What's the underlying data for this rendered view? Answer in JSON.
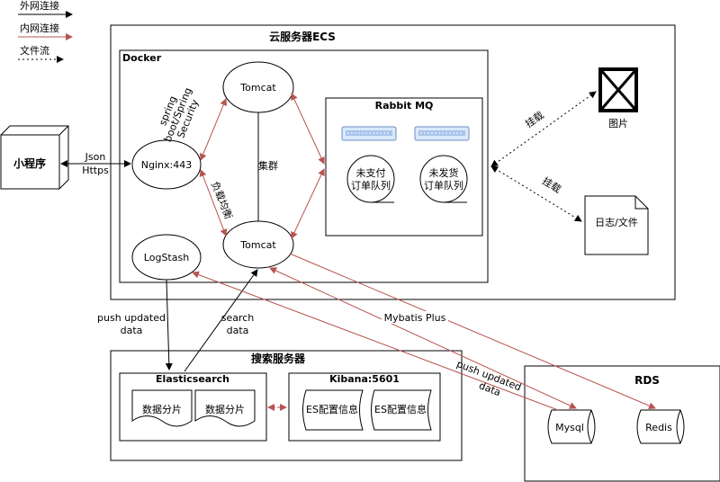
{
  "legend": {
    "external": "外网连接",
    "internal": "内网连接",
    "file_flow": "文件流"
  },
  "cloud": {
    "title": "云服务器ECS",
    "docker": "Docker",
    "tomcat_top": "Tomcat",
    "tomcat_bottom": "Tomcat",
    "nginx": "Nginx:443",
    "logstash": "LogStash",
    "cluster": "集群",
    "load_balance": "负载均衡",
    "spring_lines": [
      "spring",
      "boot/Spring",
      "Security"
    ],
    "rabbit": {
      "title": "Rabbit MQ",
      "queue_unpaid": [
        "未支付",
        "订单队列"
      ],
      "queue_unshipped": [
        "未发货",
        "订单队列"
      ]
    }
  },
  "client": {
    "miniprogram": "小程序",
    "protocol": [
      "Json",
      "Https"
    ]
  },
  "storage": {
    "image": "图片",
    "log_file": "日志/文件",
    "mount_1": "挂载",
    "mount_2": "挂载"
  },
  "search_server": {
    "title": "搜索服务器",
    "elasticsearch": "Elasticsearch",
    "shard_1": "数据分片",
    "shard_2": "数据分片",
    "kibana": "Kibana:5601",
    "es_config_1": "ES配置信息",
    "es_config_2": "ES配置信息"
  },
  "rds": {
    "title": "RDS",
    "mysql": "Mysql",
    "redis": "Redis"
  },
  "edge_labels": {
    "push_updated_data_1": [
      "push updated",
      "data"
    ],
    "search_data": [
      "search",
      "data"
    ],
    "mybatis_plus": "Mybatis Plus",
    "push_updated_data_2": [
      "push updated",
      "data"
    ]
  }
}
